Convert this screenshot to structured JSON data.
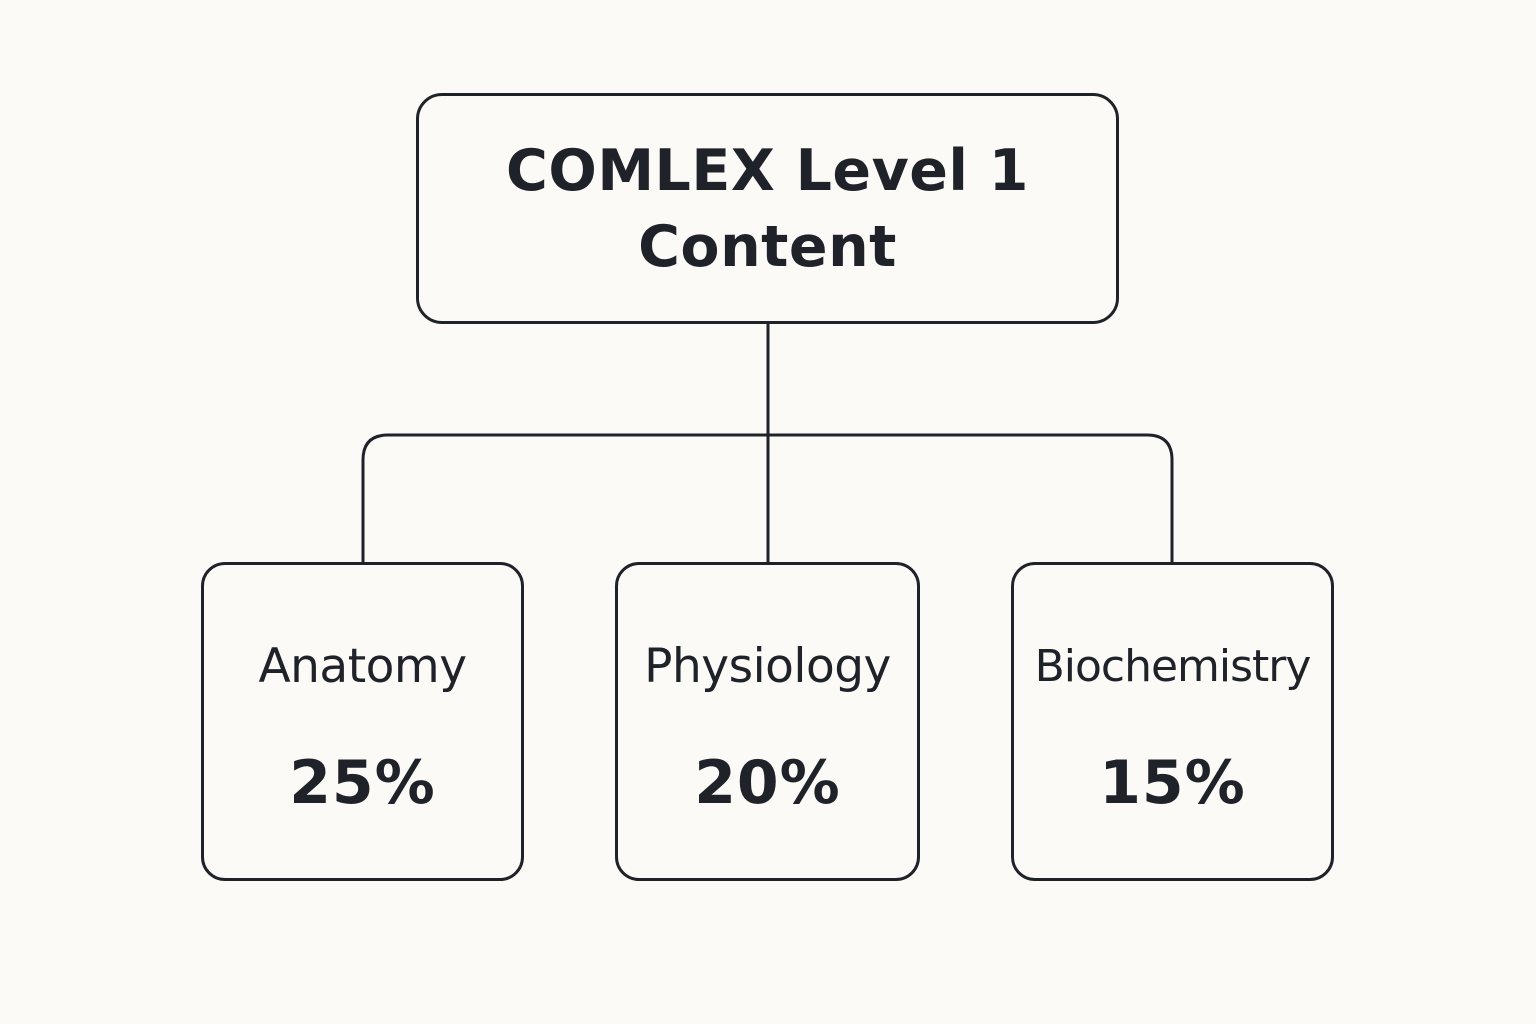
{
  "diagram": {
    "root": {
      "title": "COMLEX Level 1 Content"
    },
    "children": [
      {
        "name": "Anatomy",
        "percent": "25%"
      },
      {
        "name": "Physiology",
        "percent": "20%"
      },
      {
        "name": "Biochemistry",
        "percent": "15%"
      }
    ]
  },
  "colors": {
    "background": "#fbfaf6",
    "stroke": "#1f2329",
    "text": "#1f2329"
  }
}
